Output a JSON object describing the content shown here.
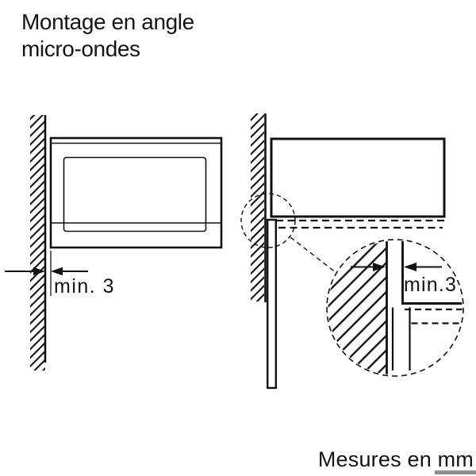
{
  "title": {
    "line1": "Montage en angle",
    "line2": "micro-ondes"
  },
  "footer": {
    "units_note": "Mesures en mm"
  },
  "left_diagram": {
    "description": "front view, microwave mounted beside wall",
    "dimension_label": "min. 3"
  },
  "right_diagram": {
    "description": "side view with magnified corner detail",
    "detail_dimension_label": "min.3"
  },
  "colors": {
    "ink": "#111111",
    "background": "#ffffff",
    "scrollbar_thumb": "#8f8f8f"
  }
}
